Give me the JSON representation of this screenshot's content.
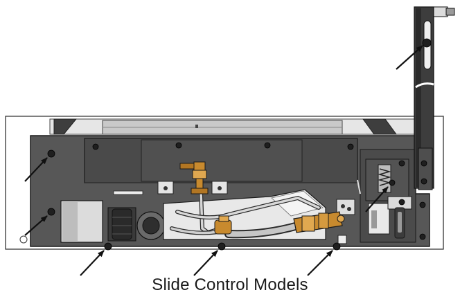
{
  "figure": {
    "caption": "Slide Control Models",
    "subject": "fireplace burner slide control assembly",
    "callout_arrows": [
      {
        "name": "arrow-bracket-screw"
      },
      {
        "name": "arrow-left-upper-screw"
      },
      {
        "name": "arrow-left-lower-screw"
      },
      {
        "name": "arrow-bottom-left-screw"
      },
      {
        "name": "arrow-bottom-middle-screw"
      },
      {
        "name": "arrow-bottom-right-screw"
      },
      {
        "name": "arrow-control-screw"
      }
    ],
    "colors": {
      "panel": "#565656",
      "panel_dark": "#3c3c3c",
      "brass": "#c88a2e",
      "tube": "#d4d4d4",
      "outline": "#1a1a1a"
    }
  }
}
